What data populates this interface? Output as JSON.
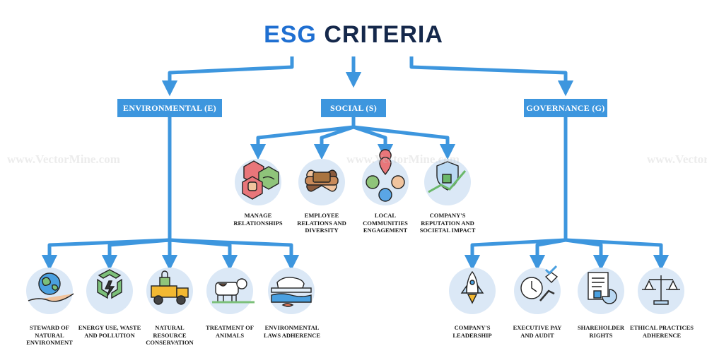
{
  "title": {
    "part1": "ESG",
    "part2": "CRITERIA"
  },
  "watermark": "www.VectorMine.com",
  "categories": {
    "environmental": "ENVIRONMENTAL (E)",
    "social": "SOCIAL (S)",
    "governance": "GOVERNANCE (G)"
  },
  "environmental_items": [
    {
      "label": "STEWARD OF NATURAL ENVIRONMENT",
      "icon": "earth-in-hand-icon"
    },
    {
      "label": "ENERGY USE, WASTE AND POLLUTION",
      "icon": "recycle-icon"
    },
    {
      "label": "NATURAL RESOURCE CONSERVATION",
      "icon": "dump-truck-lock-icon"
    },
    {
      "label": "TREATMENT OF ANIMALS",
      "icon": "cow-icon"
    },
    {
      "label": "ENVIRONMENTAL LAWS ADHERENCE",
      "icon": "polar-bear-icon"
    }
  ],
  "social_items": [
    {
      "label": "MANAGE RELATIONSHIPS",
      "icon": "handshake-fist-icon"
    },
    {
      "label": "EMPLOYEE RELATIONS AND DIVERSITY",
      "icon": "stacked-hands-icon"
    },
    {
      "label": "LOCAL COMMUNITIES ENGAGEMENT",
      "icon": "community-people-icon"
    },
    {
      "label": "COMPANY'S REPUTATION AND SOCIETAL IMPACT",
      "icon": "shield-thumbs-up-icon"
    }
  ],
  "governance_items": [
    {
      "label": "COMPANY'S LEADERSHIP",
      "icon": "rocket-icon"
    },
    {
      "label": "EXECUTIVE PAY AND AUDIT",
      "icon": "clock-diamond-icon"
    },
    {
      "label": "SHAREHOLDER RIGHTS",
      "icon": "document-pie-icon"
    },
    {
      "label": "ETHICAL PRACTICES ADHERENCE",
      "icon": "scales-icon"
    }
  ],
  "colors": {
    "accent": "#3d96de",
    "title_blue": "#1f6fd1",
    "title_navy": "#15284b",
    "icon_circle": "#dbe8f6"
  }
}
